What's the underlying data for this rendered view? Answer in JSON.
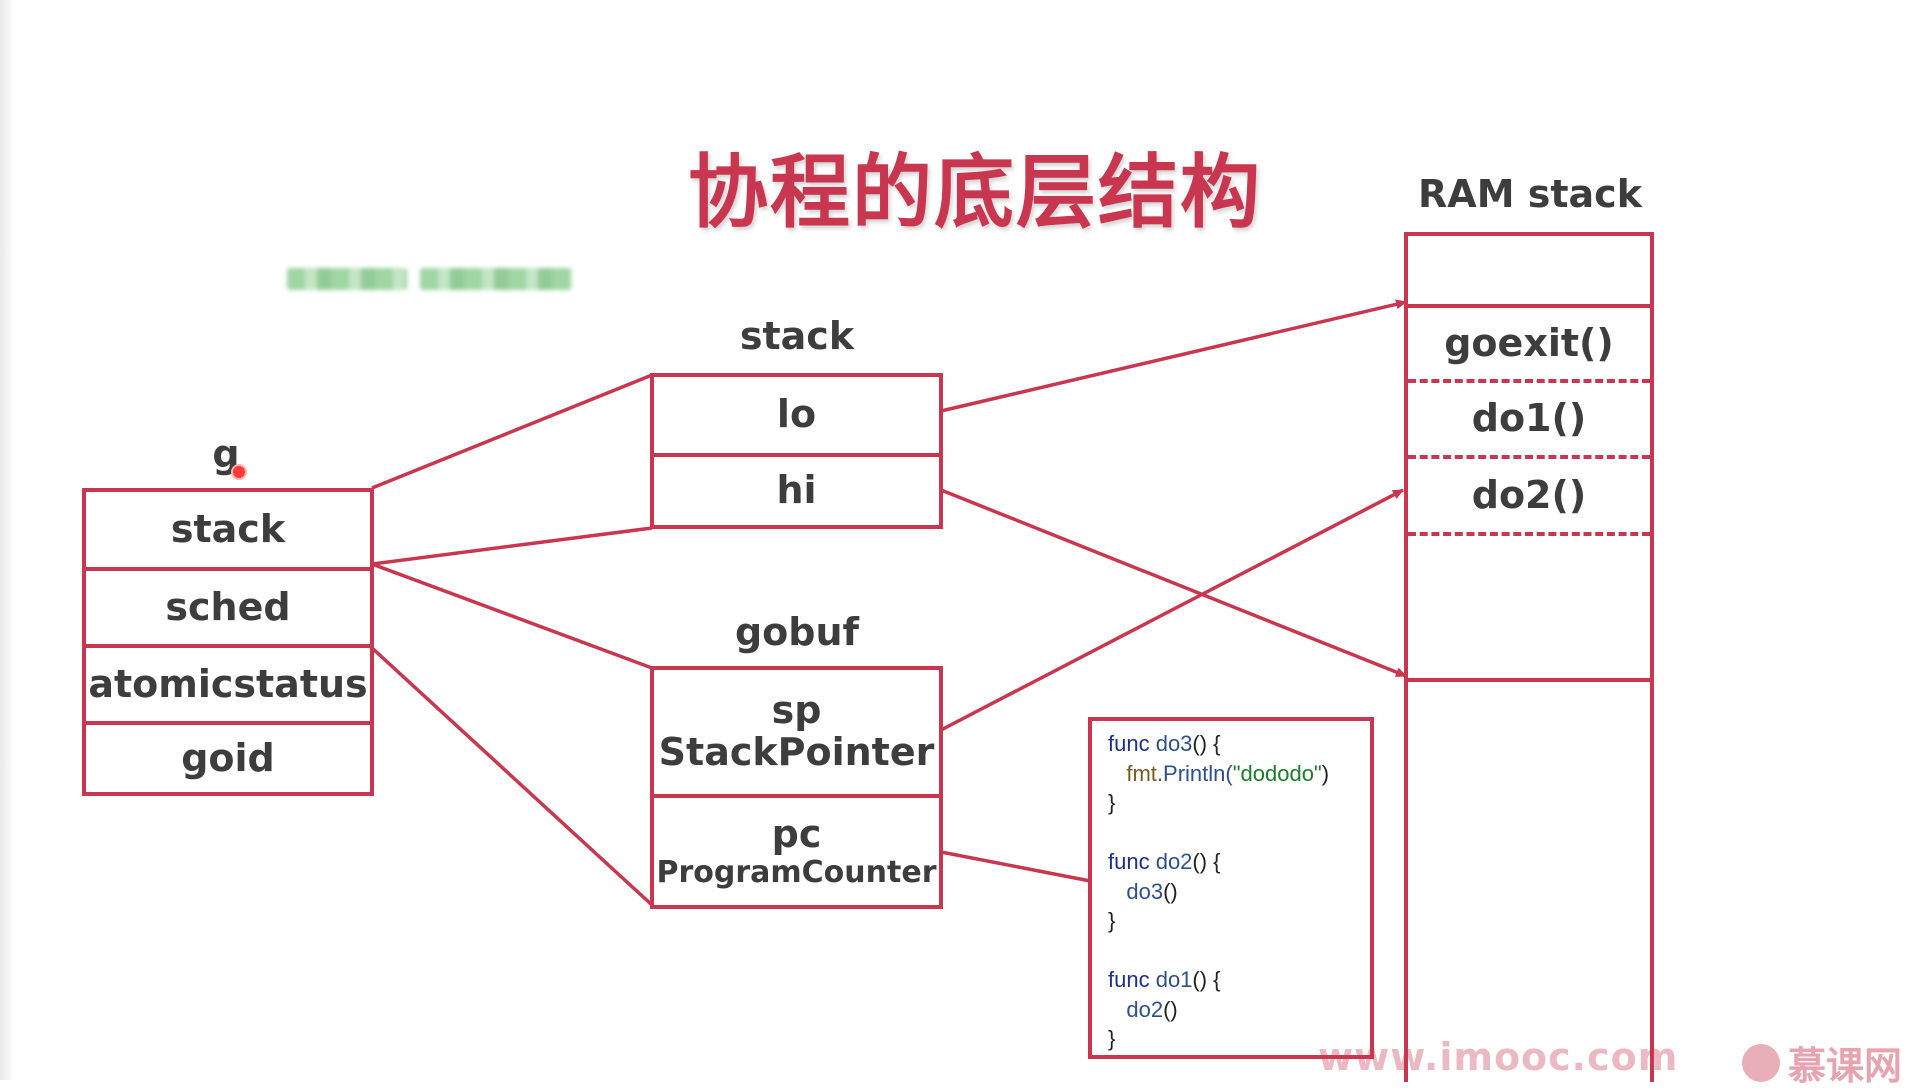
{
  "title": "协程的底层结构",
  "g": {
    "label": "g",
    "fields": [
      "stack",
      "sched",
      "atomicstatus",
      "goid"
    ]
  },
  "stack": {
    "label": "stack",
    "fields": [
      "lo",
      "hi"
    ]
  },
  "gobuf": {
    "label": "gobuf",
    "sp": {
      "name": "sp",
      "full": "StackPointer"
    },
    "pc": {
      "name": "pc",
      "full": "ProgramCounter"
    }
  },
  "ram_stack": {
    "label": "RAM stack",
    "frames": [
      "goexit()",
      "do1()",
      "do2()"
    ]
  },
  "code": {
    "lines": [
      [
        {
          "t": "func ",
          "c": "kw"
        },
        {
          "t": "do3",
          "c": "fn"
        },
        {
          "t": "() {",
          "c": ""
        }
      ],
      [
        {
          "t": "   ",
          "c": ""
        },
        {
          "t": "fmt",
          "c": "pkg"
        },
        {
          "t": ".Println(",
          "c": "fn"
        },
        {
          "t": "\"dododo\"",
          "c": "str"
        },
        {
          "t": ")",
          "c": ""
        }
      ],
      [
        {
          "t": "}",
          "c": ""
        }
      ],
      [],
      [
        {
          "t": "func ",
          "c": "kw"
        },
        {
          "t": "do2",
          "c": "fn"
        },
        {
          "t": "() {",
          "c": ""
        }
      ],
      [
        {
          "t": "   ",
          "c": ""
        },
        {
          "t": "do3",
          "c": "fn"
        },
        {
          "t": "()",
          "c": ""
        }
      ],
      [
        {
          "t": "}",
          "c": ""
        }
      ],
      [],
      [
        {
          "t": "func ",
          "c": "kw"
        },
        {
          "t": "do1",
          "c": "fn"
        },
        {
          "t": "() {",
          "c": ""
        }
      ],
      [
        {
          "t": "   ",
          "c": ""
        },
        {
          "t": "do2",
          "c": "fn"
        },
        {
          "t": "()",
          "c": ""
        }
      ],
      [
        {
          "t": "}",
          "c": ""
        }
      ]
    ]
  },
  "watermark": "www.imooc.com",
  "logo_text": "慕课网",
  "colors": {
    "accent": "#c9364f",
    "text": "#3d3d3d"
  }
}
